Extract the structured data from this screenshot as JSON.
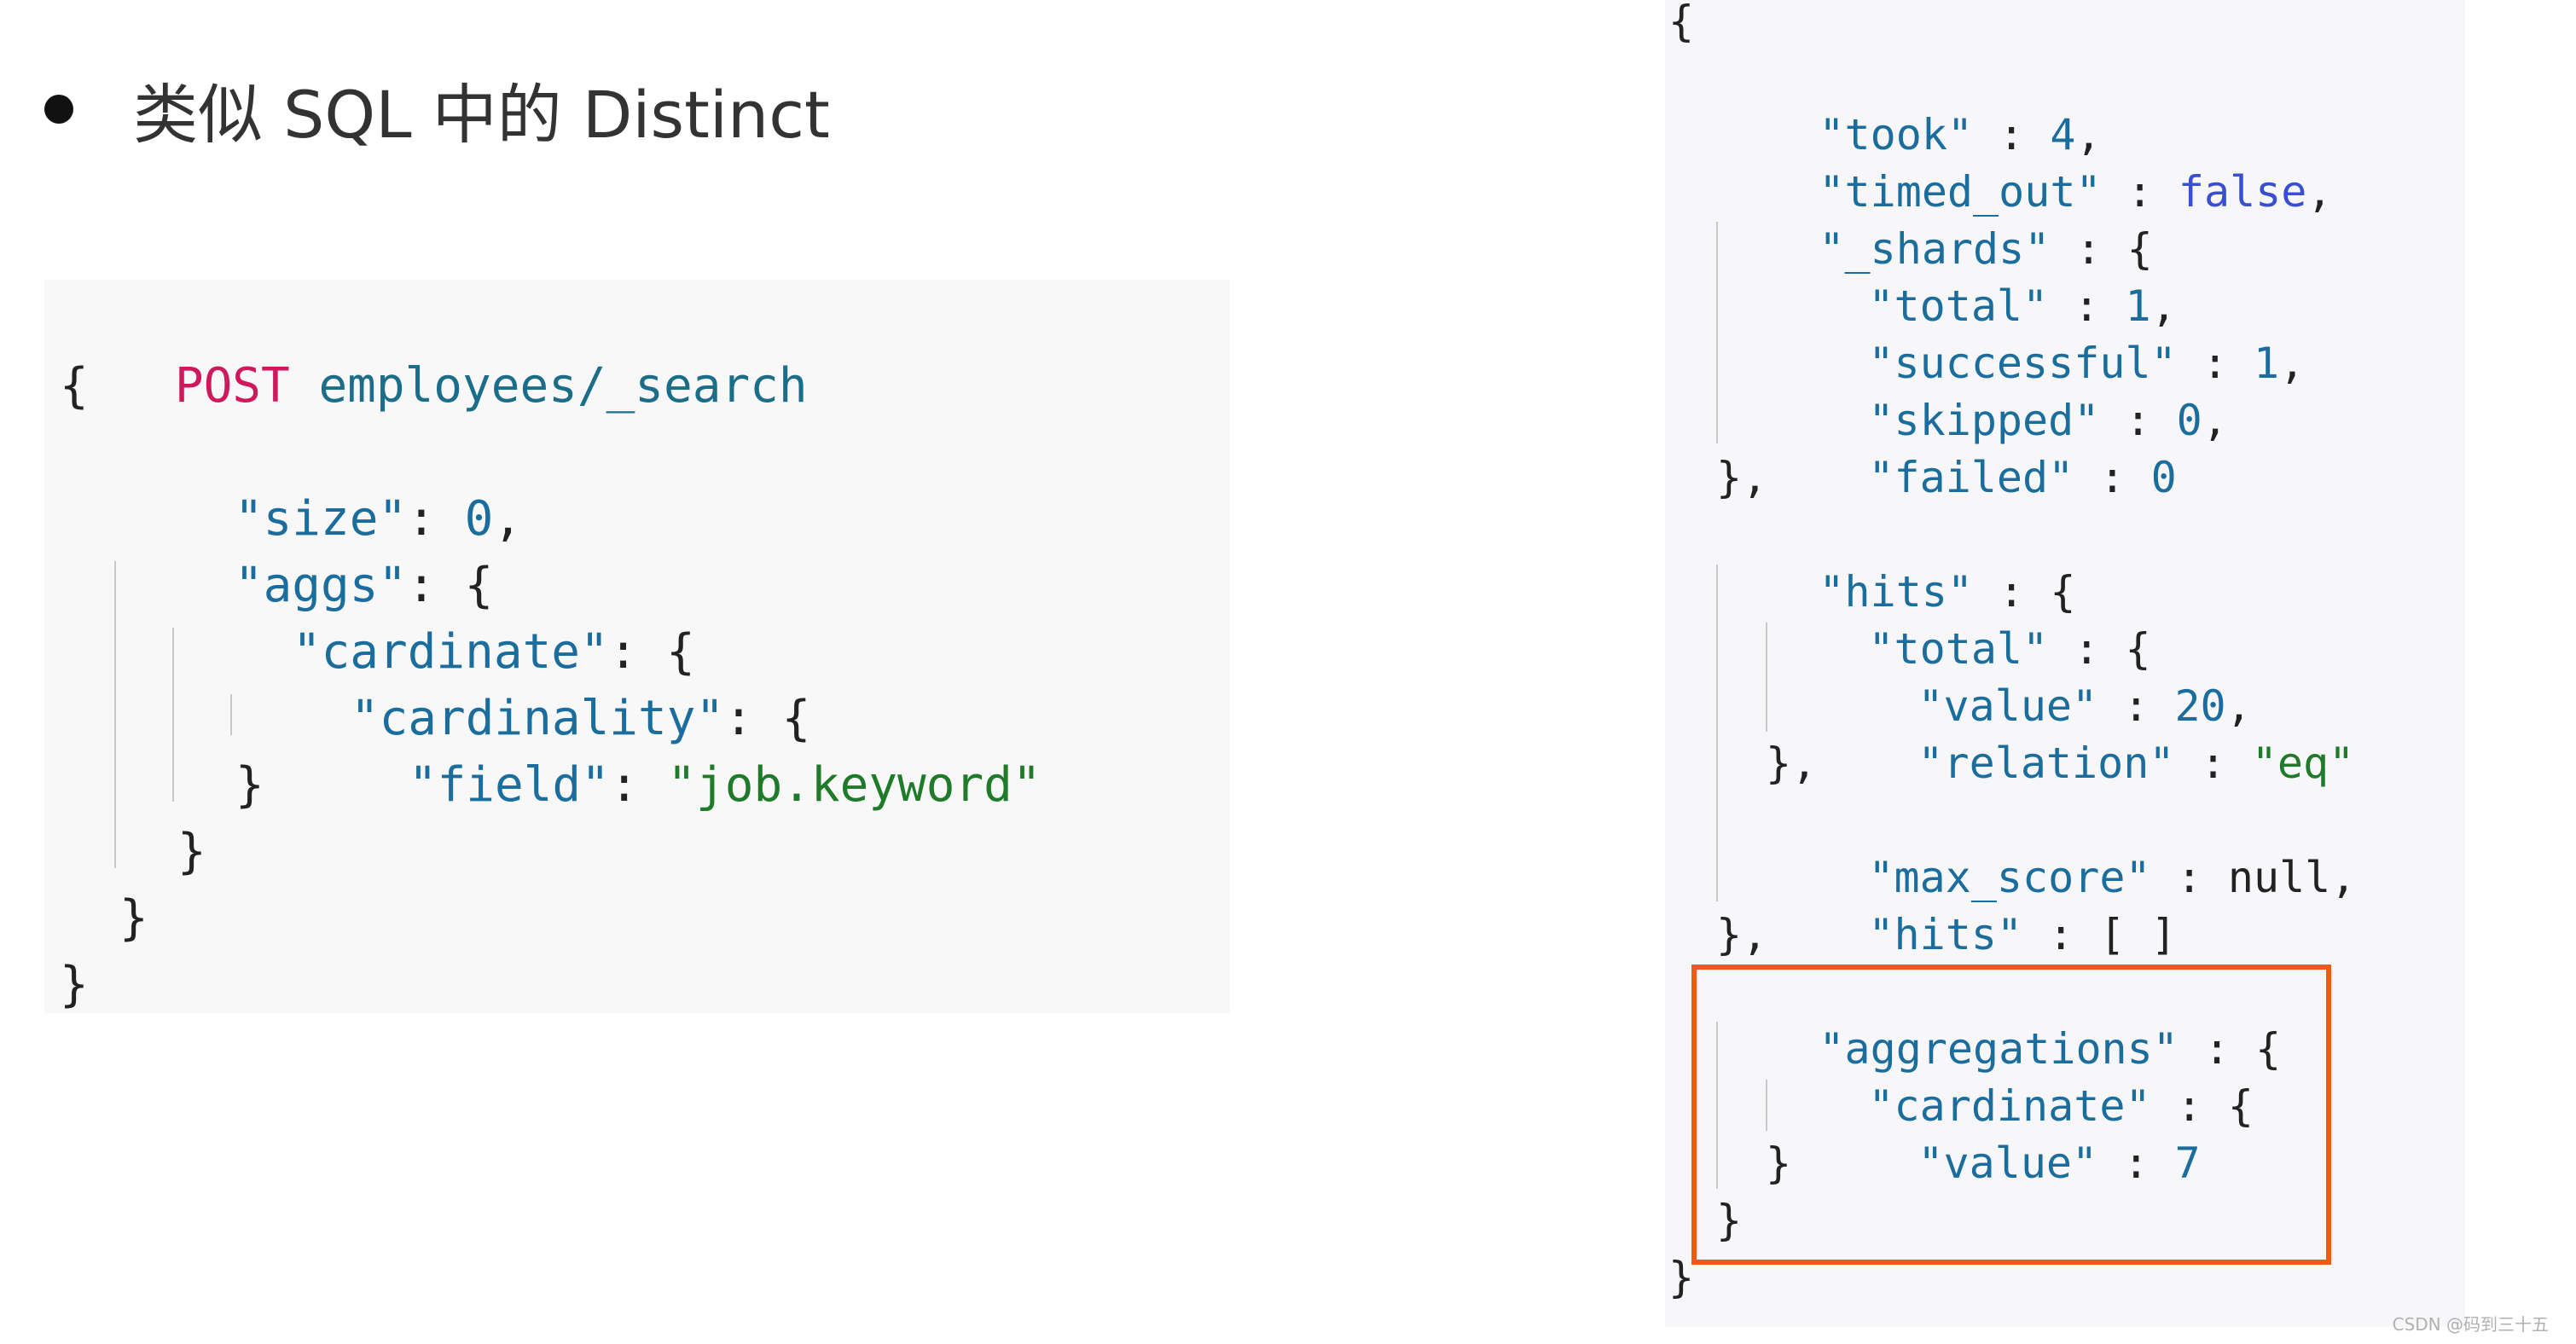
{
  "slide": {
    "bullet_title": "类似 SQL 中的 Distinct",
    "watermark": "CSDN @码到三十五"
  },
  "request": {
    "method": "POST",
    "path": "employees/_search",
    "lines": [
      {
        "open_brace": "{"
      },
      {
        "size_key": "\"size\"",
        "size_val": "0"
      },
      {
        "aggs_key": "\"aggs\""
      },
      {
        "cardinate_key": "\"cardinate\""
      },
      {
        "cardinality_key": "\"cardinality\""
      },
      {
        "field_key": "\"field\"",
        "field_val": "\"job.keyword\""
      },
      {
        "close": "}"
      },
      {
        "close": "}"
      },
      {
        "close": "}"
      },
      {
        "close": "}"
      }
    ]
  },
  "response": {
    "took_key": "\"took\"",
    "took_val": "4",
    "timed_out_key": "\"timed_out\"",
    "timed_out_val": "false",
    "shards_key": "\"_shards\"",
    "shards_total_key": "\"total\"",
    "shards_total_val": "1",
    "shards_successful_key": "\"successful\"",
    "shards_successful_val": "1",
    "shards_skipped_key": "\"skipped\"",
    "shards_skipped_val": "0",
    "shards_failed_key": "\"failed\"",
    "shards_failed_val": "0",
    "hits_key": "\"hits\"",
    "hits_total_key": "\"total\"",
    "hits_value_key": "\"value\"",
    "hits_value_val": "20",
    "hits_relation_key": "\"relation\"",
    "hits_relation_val": "\"eq\"",
    "max_score_key": "\"max_score\"",
    "max_score_val": "null",
    "hits_hits_key": "\"hits\"",
    "hits_hits_val": "[ ]",
    "aggregations_key": "\"aggregations\"",
    "agg_cardinate_key": "\"cardinate\"",
    "agg_value_key": "\"value\"",
    "agg_value_val": "7"
  }
}
